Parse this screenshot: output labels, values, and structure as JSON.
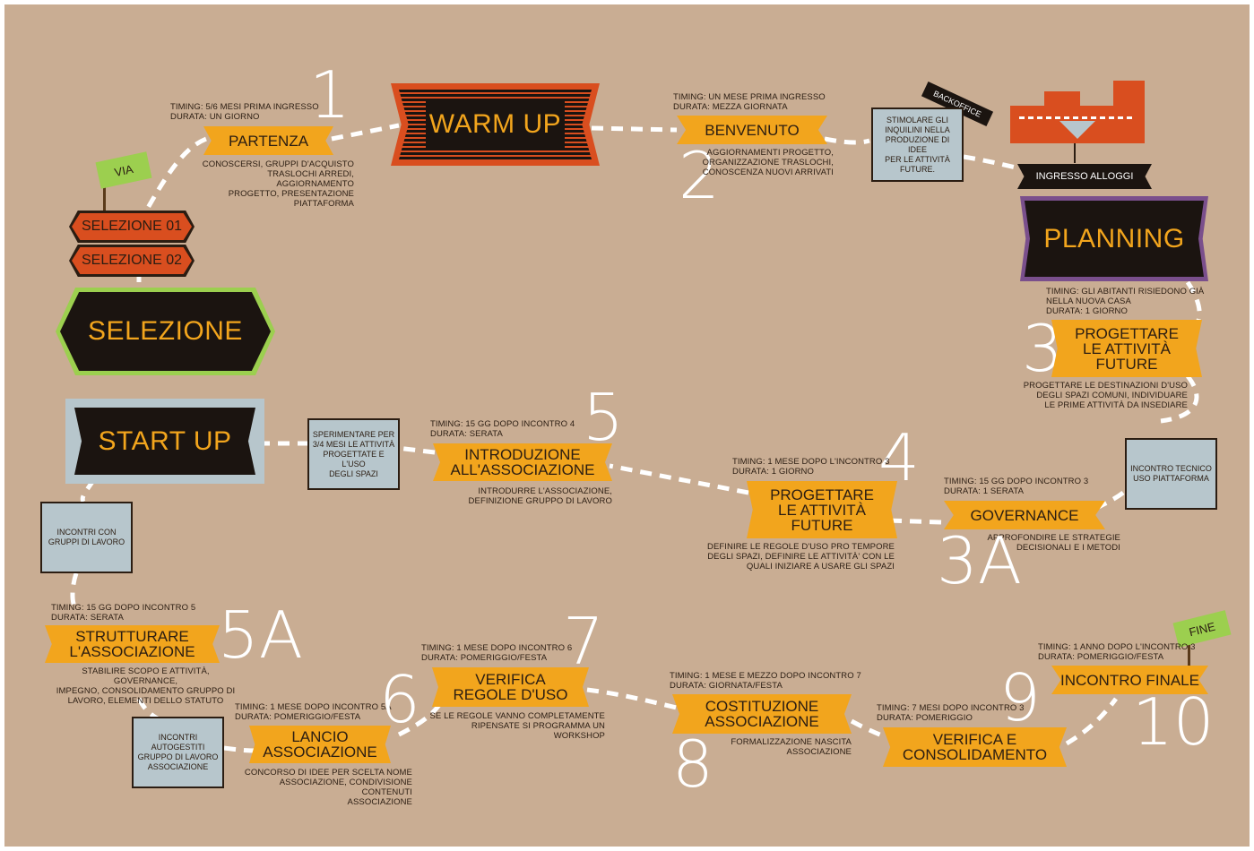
{
  "phases": {
    "warm_up": "WARM UP",
    "planning": "PLANNING",
    "selezione": "SELEZIONE",
    "start_up": "START UP"
  },
  "tags": {
    "selezione_01": "SELEZIONE 01",
    "selezione_02": "SELEZIONE 02",
    "via": "VIA",
    "fine": "FINE",
    "backoffice": "BACKOFFICE",
    "ingresso_alloggi": "INGRESSO ALLOGGI"
  },
  "steps": {
    "s1": {
      "number": "1",
      "title": "PARTENZA",
      "timing": "TIMING: 5/6 MESI PRIMA INGRESSO\nDURATA: UN GIORNO",
      "desc": "CONOSCERSI, GRUPPI D'ACQUISTO\nTRASLOCHI ARREDI, AGGIORNAMENTO\nPROGETTO, PRESENTAZIONE\nPIATTAFORMA"
    },
    "s2": {
      "number": "2",
      "title": "BENVENUTO",
      "timing": "TIMING: UN MESE PRIMA INGRESSO\nDURATA: MEZZA GIORNATA",
      "desc": "AGGIORNAMENTI PROGETTO,\nORGANIZZAZIONE TRASLOCHI,\nCONOSCENZA NUOVI ARRIVATI"
    },
    "s3": {
      "number": "3",
      "title": "PROGETTARE\nLE ATTIVITÀ\nFUTURE",
      "timing": "TIMING: GLI ABITANTI RISIEDONO GIÀ\nNELLA NUOVA CASA\nDURATA: 1 GIORNO",
      "desc": "PROGETTARE LE DESTINAZIONI D'USO\nDEGLI SPAZI COMUNI, INDIVIDUARE\nLE PRIME ATTIVITÀ DA INSEDIARE"
    },
    "s3a": {
      "number": "3A",
      "title": "GOVERNANCE",
      "timing": "TIMING: 15 GG DOPO INCONTRO 3\nDURATA: 1 SERATA",
      "desc": "APPROFONDIRE LE STRATEGIE\nDECISIONALI E I METODI"
    },
    "s4": {
      "number": "4",
      "title": "PROGETTARE\nLE ATTIVITÀ\nFUTURE",
      "timing": "TIMING: 1 MESE DOPO L'INCONTRO 3\nDURATA: 1 GIORNO",
      "desc": "DEFINIRE LE REGOLE D'USO PRO TEMPORE\nDEGLI SPAZI, DEFINIRE LE ATTIVITÀ' CON LE\nQUALI INIZIARE A USARE GLI SPAZI"
    },
    "s5": {
      "number": "5",
      "title": "INTRODUZIONE\nALL'ASSOCIAZIONE",
      "timing": "TIMING: 15 GG DOPO INCONTRO 4\nDURATA: SERATA",
      "desc": "INTRODURRE L'ASSOCIAZIONE,\nDEFINIZIONE GRUPPO DI LAVORO"
    },
    "s5a": {
      "number": "5A",
      "title": "STRUTTURARE\nL'ASSOCIAZIONE",
      "timing": "TIMING: 15 GG DOPO INCONTRO 5\nDURATA: SERATA",
      "desc": "STABILIRE SCOPO E ATTIVITÀ, GOVERNANCE,\nIMPEGNO, CONSOLIDAMENTO GRUPPO DI\nLAVORO, ELEMENTI DELLO STATUTO"
    },
    "s6": {
      "number": "6",
      "title": "LANCIO\nASSOCIAZIONE",
      "timing": "TIMING: 1 MESE DOPO INCONTRO 5A\nDURATA: POMERIGGIO/FESTA",
      "desc": "CONCORSO DI IDEE PER SCELTA NOME\nASSOCIAZIONE, CONDIVISIONE CONTENUTI\nASSOCIAZIONE"
    },
    "s7": {
      "number": "7",
      "title": "VERIFICA\nREGOLE D'USO",
      "timing": "TIMING: 1 MESE DOPO INCONTRO 6\nDURATA: POMERIGGIO/FESTA",
      "desc": "SE LE REGOLE VANNO COMPLETAMENTE\nRIPENSATE SI PROGRAMMA UN WORKSHOP"
    },
    "s8": {
      "number": "8",
      "title": "COSTITUZIONE\nASSOCIAZIONE",
      "timing": "TIMING: 1 MESE E MEZZO DOPO INCONTRO 7\nDURATA: GIORNATA/FESTA",
      "desc": "FORMALIZZAZIONE NASCITA\nASSOCIAZIONE"
    },
    "s9": {
      "number": "9",
      "title": "VERIFICA E\nCONSOLIDAMENTO",
      "timing": "TIMING: 7 MESI DOPO INCONTRO 3\nDURATA: POMERIGGIO",
      "desc": ""
    },
    "s10": {
      "number": "10",
      "title": "INCONTRO FINALE",
      "timing": "TIMING: 1 ANNO DOPO L'INCONTRO 3\nDURATA: POMERIGGIO/FESTA",
      "desc": ""
    }
  },
  "boxes": {
    "stimolare": "STIMOLARE GLI\nINQUILINI NELLA\nPRODUZIONE DI IDEE\nPER LE ATTIVITÀ\nFUTURE.",
    "incontro_tecnico": "INCONTRO TECNICO\nUSO PIATTAFORMA",
    "sperimentare": "SPERIMENTARE PER\n3/4 MESI LE ATTIVITÀ\nPROGETTATE E L'USO\nDEGLI SPAZI",
    "incontri_gruppi": "INCONTRI CON\nGRUPPI DI LAVORO",
    "incontri_autogestiti": "INCONTRI\nAUTOGESTITI\nGRUPPO DI LAVORO\nASSOCIAZIONE"
  },
  "colors": {
    "background": "#c9ad93",
    "ribbon": "#f2a51d",
    "box": "#b7c6cc",
    "dark": "#1b1410",
    "tag": "#d94e1f",
    "flag": "#9ccf4f",
    "planning_border": "#7a4f8c",
    "selezione_border": "#9ccf4f",
    "startup_border": "#b7c6cc",
    "warmup_border": "#d94e1f"
  }
}
